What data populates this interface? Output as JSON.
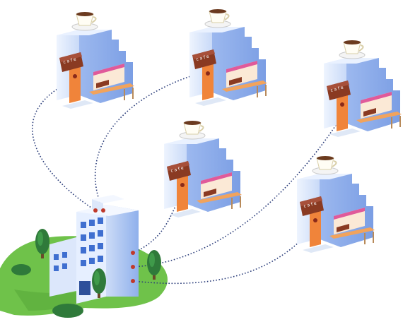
{
  "diagram": {
    "cafes": [
      {
        "id": "cafe-1",
        "awning_text": "cafe",
        "has_cup": true
      },
      {
        "id": "cafe-2",
        "awning_text": "cafe",
        "has_cup": true
      },
      {
        "id": "cafe-3",
        "awning_text": "cafe",
        "has_cup": true
      },
      {
        "id": "cafe-4",
        "awning_text": "cafe",
        "has_cup": true
      },
      {
        "id": "cafe-5",
        "awning_text": "cafe",
        "has_cup": true
      }
    ],
    "headquarters": {
      "id": "office-building"
    },
    "connections": [
      {
        "from": "office-building",
        "to": "cafe-1"
      },
      {
        "from": "office-building",
        "to": "cafe-2"
      },
      {
        "from": "office-building",
        "to": "cafe-3"
      },
      {
        "from": "office-building",
        "to": "cafe-4"
      },
      {
        "from": "office-building",
        "to": "cafe-5"
      }
    ],
    "colors": {
      "cafe_wall_light": "#dbe8fb",
      "cafe_wall_dark": "#8fb0ec",
      "awning": "#8a3a22",
      "door": "#f0843a",
      "grass": "#6fc24a",
      "tree": "#2f7a3a",
      "building": "#9fbdf0",
      "window": "#3f6fd0",
      "link": "#2b3d7a"
    }
  }
}
